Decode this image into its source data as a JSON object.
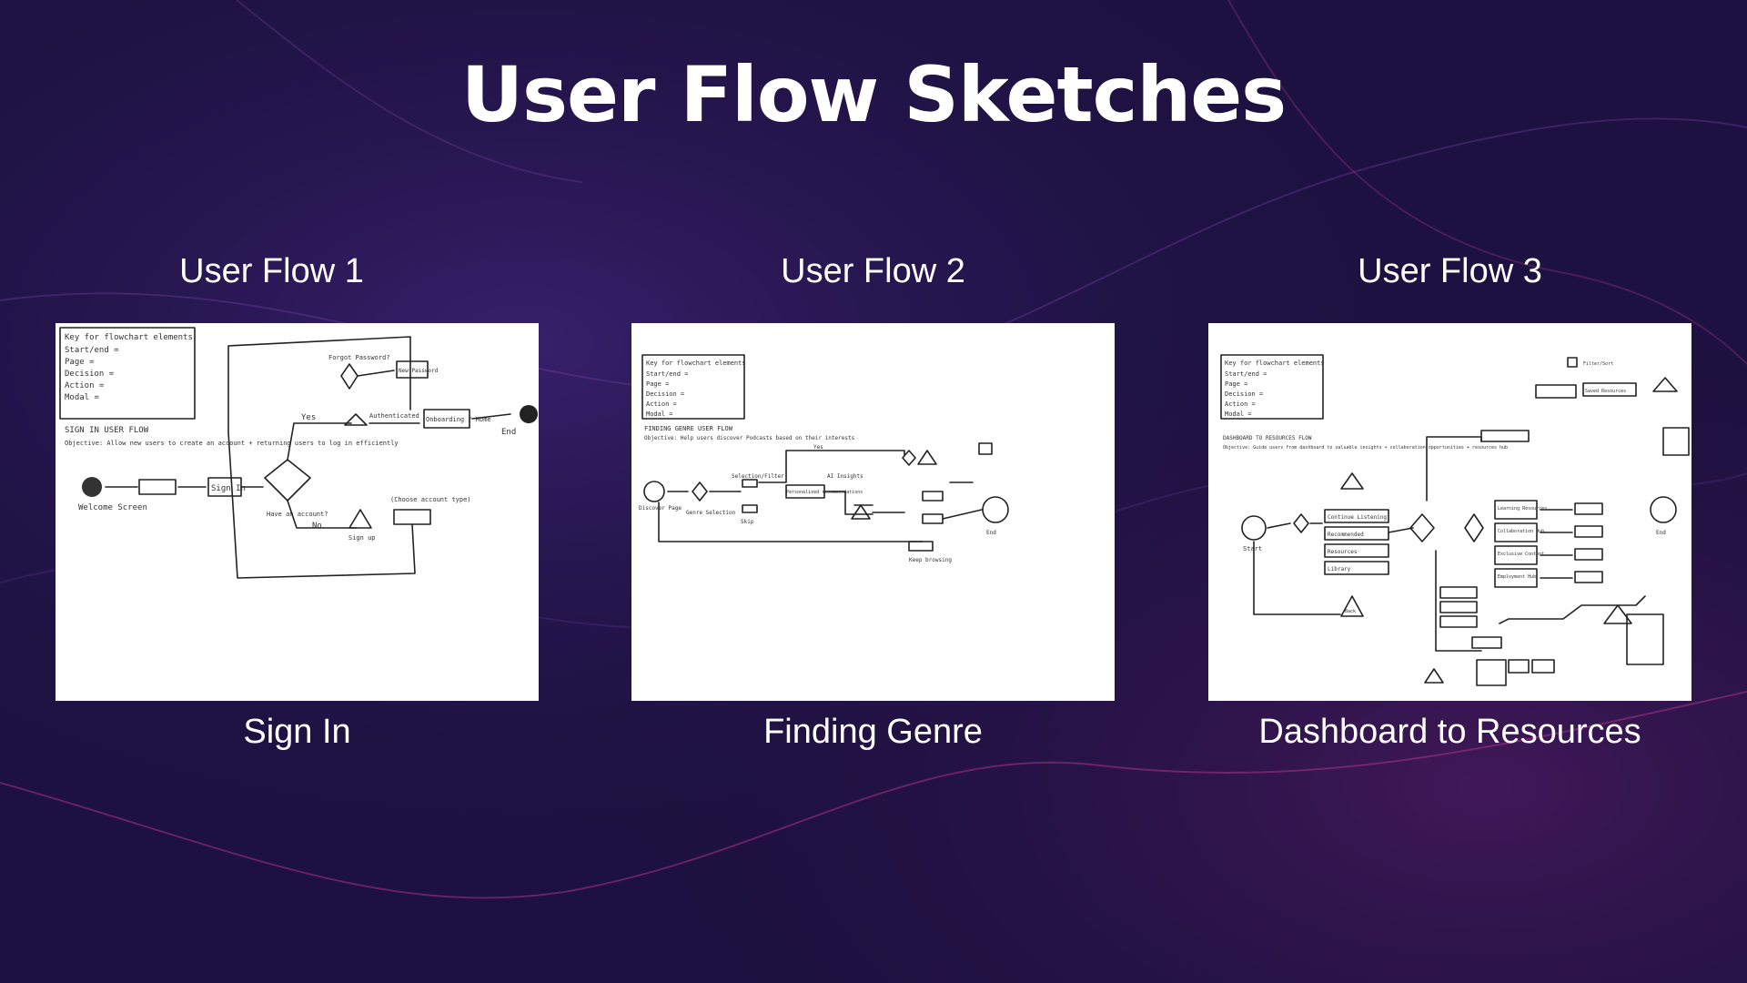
{
  "slide": {
    "title": "User Flow Sketches"
  },
  "flows": [
    {
      "label": "User Flow 1",
      "caption": "Sign In",
      "sketch_text": {
        "key_title": "Key for flowchart elements",
        "key_items": [
          "Start/end =",
          "Page =",
          "Decision =",
          "Action =",
          "Modal ="
        ],
        "flow_title": "SIGN IN USER FLOW",
        "objective": "Objective: Allow new users to create an account + returning users to log in efficiently",
        "nodes": [
          "Welcome Screen",
          "Sign In",
          "Have an account?",
          "Forgot Password?",
          "New Password",
          "Yes",
          "Authenticated",
          "Onboarding / Home",
          "End",
          "No",
          "Sign up",
          "(Choose account type)"
        ]
      }
    },
    {
      "label": "User Flow 2",
      "caption": "Finding Genre",
      "sketch_text": {
        "key_title": "Key for flowchart elements",
        "key_items": [
          "Start/end =",
          "Page =",
          "Decision =",
          "Action =",
          "Modal ="
        ],
        "flow_title": "FINDING GENRE USER FLOW",
        "objective": "Objective: Help users discover Podcasts based on their interests",
        "nodes": [
          "Discover Page",
          "Genre Selection",
          "Selection/Filter",
          "Yes",
          "Personalized recommendations",
          "AI Insights",
          "Skip",
          "End",
          "Keep browsing"
        ]
      }
    },
    {
      "label": "User Flow 3",
      "caption": "Dashboard to Resources",
      "sketch_text": {
        "key_title": "Key for flowchart elements",
        "key_items": [
          "Start/end =",
          "Page =",
          "Decision =",
          "Action =",
          "Modal ="
        ],
        "flow_title": "DASHBOARD TO RESOURCES FLOW",
        "objective": "Objective: Guide users from dashboard to valuable insights + collaboration opportunities + resources hub",
        "nodes": [
          "Start",
          "Continue Listening",
          "Recommended",
          "Resources",
          "Library",
          "Back",
          "Learning Resources",
          "Collaboration Hub",
          "Exclusive Content",
          "Employment Hub",
          "Saved Resources",
          "Filter/Sort",
          "End"
        ]
      }
    }
  ]
}
